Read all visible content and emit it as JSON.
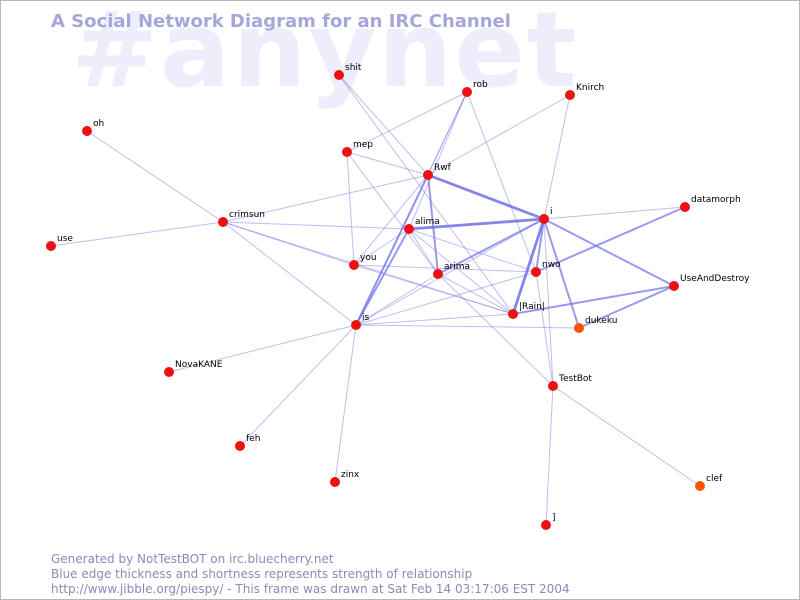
{
  "watermark": "#anynet",
  "title": "A Social Network Diagram for an IRC Channel",
  "footer": {
    "line1": "Generated by NotTestBOT on irc.bluecherry.net",
    "line2": "Blue edge thickness and shortness represents strength of relationship",
    "line3": "http://www.jibble.org/piespy/ - This frame was drawn at Sat Feb 14 03:17:06 EST 2004"
  },
  "colors": {
    "node": "#ee1111",
    "node_alt": "#ff5500",
    "edge": "#6f6fe6",
    "title": "#a6a6d8",
    "watermark": "#ededfb"
  },
  "nodes": [
    {
      "id": "shit",
      "label": "shit"
    },
    {
      "id": "rob",
      "label": "rob"
    },
    {
      "id": "Knirch",
      "label": "Knirch"
    },
    {
      "id": "oh",
      "label": "oh"
    },
    {
      "id": "mep",
      "label": "mep"
    },
    {
      "id": "Rwf",
      "label": "Rwf"
    },
    {
      "id": "datamorph",
      "label": "datamorph"
    },
    {
      "id": "crimsun",
      "label": "crimsun"
    },
    {
      "id": "i",
      "label": "i"
    },
    {
      "id": "alima",
      "label": "alima"
    },
    {
      "id": "use",
      "label": "use"
    },
    {
      "id": "you",
      "label": "you"
    },
    {
      "id": "arima",
      "label": "arima"
    },
    {
      "id": "nwo",
      "label": "nwo"
    },
    {
      "id": "UseAndDestroy",
      "label": "UseAndDestroy"
    },
    {
      "id": "Rainl",
      "label": "|Rain|"
    },
    {
      "id": "dukeku",
      "label": "dukeku",
      "alt": true
    },
    {
      "id": "is",
      "label": "is"
    },
    {
      "id": "NovaKANE",
      "label": "NovaKANE"
    },
    {
      "id": "TestBot",
      "label": "TestBot"
    },
    {
      "id": "feh",
      "label": "feh"
    },
    {
      "id": "zinx",
      "label": "zinx"
    },
    {
      "id": "clef",
      "label": "clef",
      "alt": true
    },
    {
      "id": "bracket",
      "label": "]"
    }
  ],
  "edges": [
    {
      "source": "i",
      "target": "Rwf",
      "weight": 3
    },
    {
      "source": "i",
      "target": "alima",
      "weight": 3
    },
    {
      "source": "i",
      "target": "Rainl",
      "weight": 3
    },
    {
      "source": "i",
      "target": "arima",
      "weight": 2
    },
    {
      "source": "i",
      "target": "nwo",
      "weight": 2
    },
    {
      "source": "i",
      "target": "dukeku",
      "weight": 2
    },
    {
      "source": "i",
      "target": "UseAndDestroy",
      "weight": 2
    },
    {
      "source": "i",
      "target": "datamorph",
      "weight": 1
    },
    {
      "source": "i",
      "target": "Knirch",
      "weight": 1
    },
    {
      "source": "i",
      "target": "TestBot",
      "weight": 1
    },
    {
      "source": "i",
      "target": "is",
      "weight": 1
    },
    {
      "source": "nwo",
      "target": "datamorph",
      "weight": 2
    },
    {
      "source": "Rwf",
      "target": "Knirch",
      "weight": 1
    },
    {
      "source": "Rwf",
      "target": "rob",
      "weight": 1
    },
    {
      "source": "Rwf",
      "target": "shit",
      "weight": 1
    },
    {
      "source": "Rwf",
      "target": "mep",
      "weight": 1
    },
    {
      "source": "Rwf",
      "target": "arima",
      "weight": 2
    },
    {
      "source": "Rwf",
      "target": "is",
      "weight": 2
    },
    {
      "source": "Rwf",
      "target": "you",
      "weight": 1
    },
    {
      "source": "Rwf",
      "target": "crimsun",
      "weight": 1
    },
    {
      "source": "rob",
      "target": "mep",
      "weight": 1
    },
    {
      "source": "rob",
      "target": "alima",
      "weight": 1
    },
    {
      "source": "rob",
      "target": "nwo",
      "weight": 1
    },
    {
      "source": "rob",
      "target": "is",
      "weight": 1
    },
    {
      "source": "shit",
      "target": "Rainl",
      "weight": 1
    },
    {
      "source": "mep",
      "target": "you",
      "weight": 1
    },
    {
      "source": "mep",
      "target": "arima",
      "weight": 1
    },
    {
      "source": "oh",
      "target": "crimsun",
      "weight": 1
    },
    {
      "source": "use",
      "target": "crimsun",
      "weight": 1
    },
    {
      "source": "crimsun",
      "target": "alima",
      "weight": 1
    },
    {
      "source": "crimsun",
      "target": "you",
      "weight": 1
    },
    {
      "source": "crimsun",
      "target": "is",
      "weight": 1
    },
    {
      "source": "crimsun",
      "target": "Rainl",
      "weight": 1
    },
    {
      "source": "alima",
      "target": "arima",
      "weight": 1
    },
    {
      "source": "alima",
      "target": "you",
      "weight": 1
    },
    {
      "source": "alima",
      "target": "is",
      "weight": 2
    },
    {
      "source": "alima",
      "target": "Rainl",
      "weight": 1
    },
    {
      "source": "alima",
      "target": "nwo",
      "weight": 1
    },
    {
      "source": "you",
      "target": "Rainl",
      "weight": 1
    },
    {
      "source": "you",
      "target": "nwo",
      "weight": 1
    },
    {
      "source": "arima",
      "target": "Rainl",
      "weight": 1
    },
    {
      "source": "arima",
      "target": "TestBot",
      "weight": 1
    },
    {
      "source": "arima",
      "target": "is",
      "weight": 1
    },
    {
      "source": "Rainl",
      "target": "UseAndDestroy",
      "weight": 2
    },
    {
      "source": "Rainl",
      "target": "is",
      "weight": 1
    },
    {
      "source": "dukeku",
      "target": "UseAndDestroy",
      "weight": 2
    },
    {
      "source": "dukeku",
      "target": "is",
      "weight": 1
    },
    {
      "source": "nwo",
      "target": "TestBot",
      "weight": 1
    },
    {
      "source": "nwo",
      "target": "is",
      "weight": 1
    },
    {
      "source": "TestBot",
      "target": "clef",
      "weight": 1
    },
    {
      "source": "TestBot",
      "target": "bracket",
      "weight": 1
    },
    {
      "source": "is",
      "target": "NovaKANE",
      "weight": 1
    },
    {
      "source": "is",
      "target": "feh",
      "weight": 1
    },
    {
      "source": "is",
      "target": "zinx",
      "weight": 1
    }
  ]
}
